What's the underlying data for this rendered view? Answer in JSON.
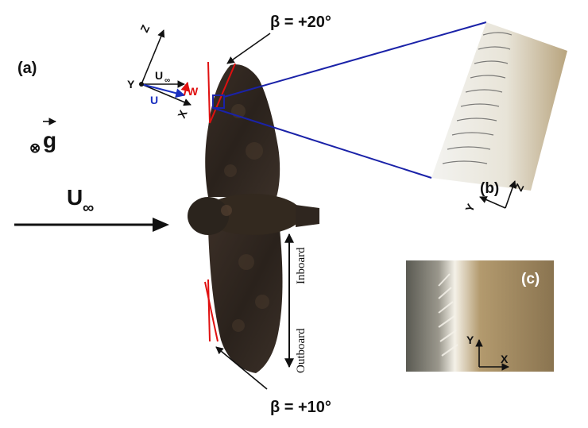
{
  "panels": {
    "a": "(a)",
    "b": "(b)",
    "c": "(c)"
  },
  "angles": {
    "upper": "β = +20°",
    "lower": "β = +10°"
  },
  "freestream": {
    "symbol": "U",
    "subscript": "∞"
  },
  "gravity": {
    "symbol": "g",
    "marker": "⊗"
  },
  "axes_inset": {
    "z": "Z",
    "y": "Y",
    "x": "X",
    "u_inf": "U",
    "u_inf_sub": "∞",
    "u": "U",
    "w": "W"
  },
  "axes_b": {
    "y": "Y",
    "z": "Z"
  },
  "axes_c": {
    "y": "Y",
    "x": "X"
  },
  "span_labels": {
    "inboard": "Inboard",
    "outboard": "Outboard"
  },
  "colors": {
    "velocity_blue": "#1a2fbf",
    "angle_red": "#e01010",
    "zoom_blue": "#1a22a8",
    "owl_dark": "#2e2520"
  }
}
